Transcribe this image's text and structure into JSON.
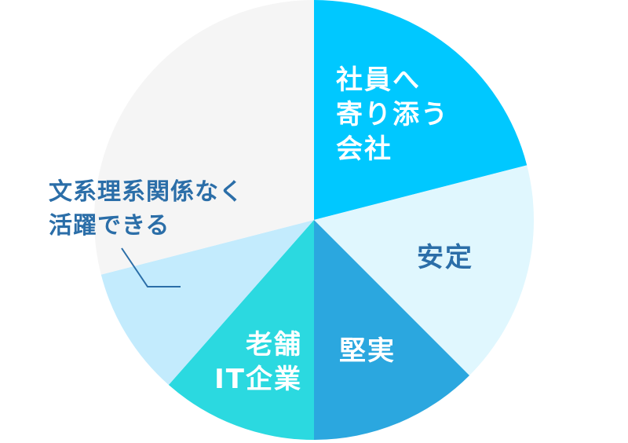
{
  "chart_data": {
    "type": "pie",
    "title": "",
    "start_angle_deg": 0,
    "direction": "clockwise",
    "center": [
      400,
      280
    ],
    "radius": 280,
    "slices": [
      {
        "label": "社員へ寄り添う会社",
        "value": 21,
        "color": "#00c8ff"
      },
      {
        "label": "安定",
        "value": 16.5,
        "color": "#e0f7fe"
      },
      {
        "label": "堅実",
        "value": 12.5,
        "color": "#2ba7df"
      },
      {
        "label": "老舗IT企業",
        "value": 11.5,
        "color": "#2bd9e0"
      },
      {
        "label": "文系理系関係なく活躍できる",
        "value": 9.5,
        "color": "#c3ebfd"
      },
      {
        "label": "",
        "value": 29,
        "color": "#f5f5f5"
      }
    ]
  },
  "labels": {
    "s1": "社員へ\n寄り添う\n会社",
    "s2": "安定",
    "s3": "堅実",
    "s4": "老舗\nIT企業",
    "s5": "文系理系関係なく\n活躍できる"
  },
  "colors": {
    "label_dark": "#2b6ea8",
    "leader_line": "#2b6ea8"
  }
}
